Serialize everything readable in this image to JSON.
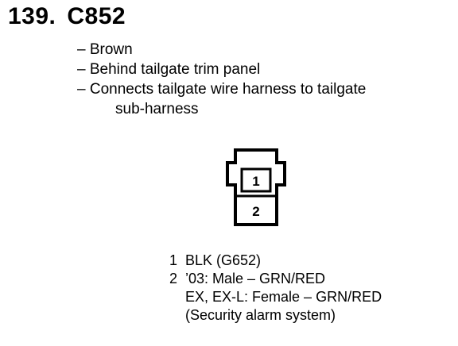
{
  "header": {
    "number": "139.",
    "connector_id": "C852"
  },
  "description": [
    "– Brown",
    "– Behind tailgate trim panel",
    "– Connects tailgate wire harness to tailgate",
    "sub-harness"
  ],
  "connector_diagram": {
    "cavities": [
      "1",
      "2"
    ]
  },
  "pins": [
    {
      "pin": "1",
      "lines": [
        "BLK (G652)"
      ]
    },
    {
      "pin": "2",
      "lines": [
        "’03: Male – GRN/RED",
        "EX, EX-L: Female – GRN/RED",
        "(Security alarm system)"
      ]
    }
  ]
}
